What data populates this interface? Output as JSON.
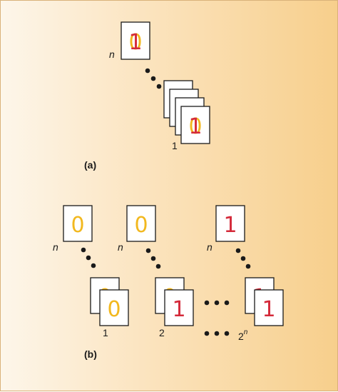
{
  "colors": {
    "background_light": "#fdf6ea",
    "background_dark": "#f7cf8c",
    "digit_yellow": "#f2b81f",
    "digit_red": "#d42a3a",
    "card_fill": "#ffffff",
    "card_stroke": "#1a1a1a",
    "text": "#1a1a1a"
  },
  "panel_a": {
    "label": "(a)",
    "stack_top_label": "n",
    "stack_bottom_label": "1",
    "superposed_digits": [
      "0",
      "1"
    ]
  },
  "panel_b": {
    "label": "(b)",
    "branches": [
      {
        "top_digit": "0",
        "top_label": "n",
        "bottom_back_digit": "0",
        "bottom_front_digit": "0",
        "index_label": "1",
        "exponent": ""
      },
      {
        "top_digit": "0",
        "top_label": "n",
        "bottom_back_digit": "0",
        "bottom_front_digit": "1",
        "index_label": "2",
        "exponent": ""
      },
      {
        "top_digit": "1",
        "top_label": "n",
        "bottom_back_digit": "1",
        "bottom_front_digit": "1",
        "index_label": "2",
        "exponent": "n"
      }
    ]
  }
}
